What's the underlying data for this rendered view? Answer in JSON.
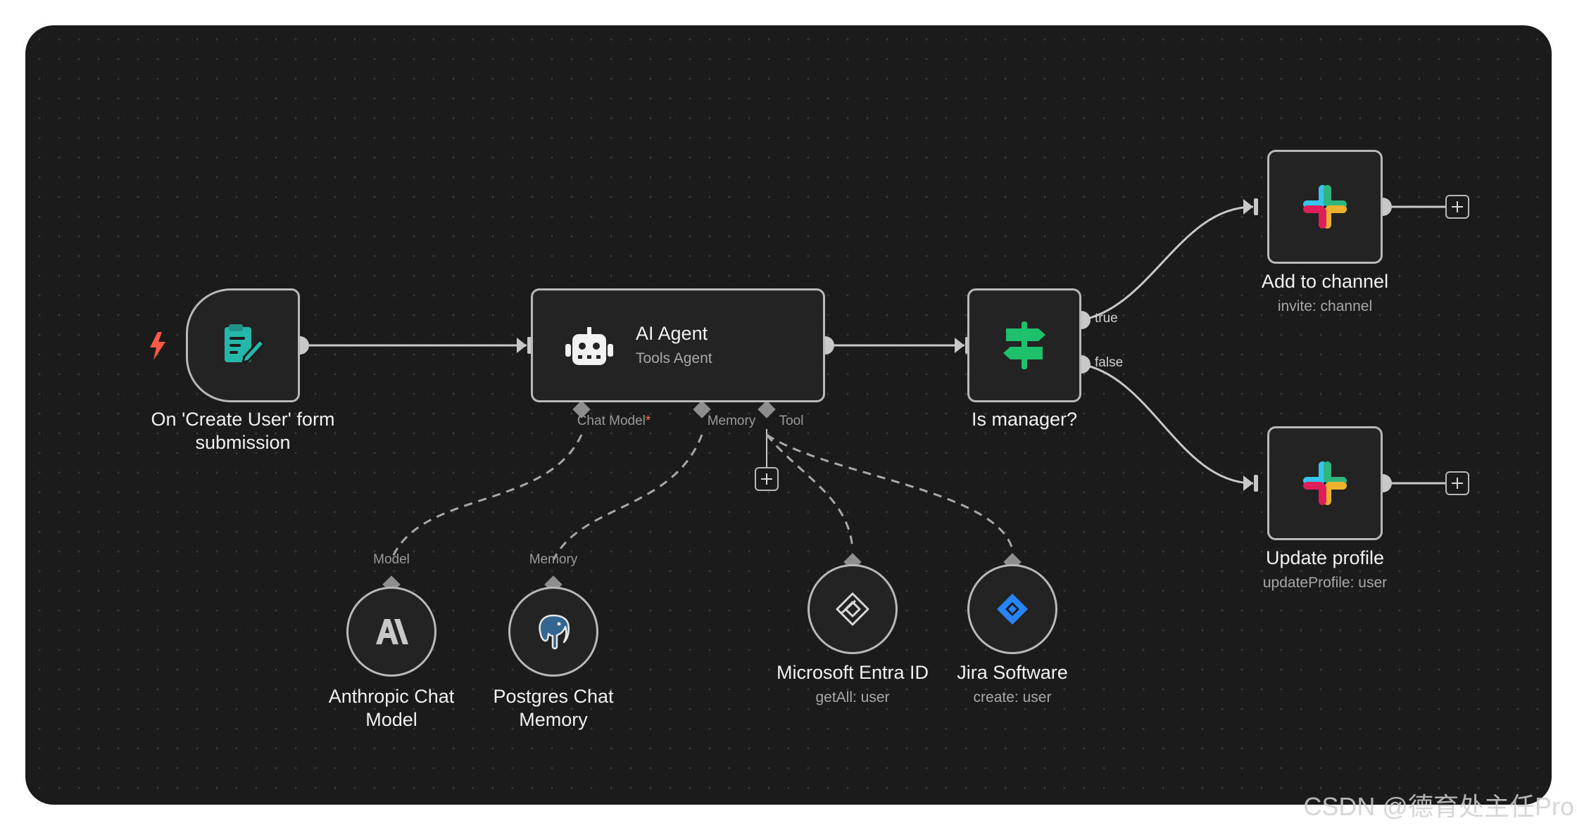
{
  "nodes": {
    "trigger": {
      "title_line1": "On 'Create User' form",
      "title_line2": "submission"
    },
    "agent": {
      "title": "AI Agent",
      "subtitle": "Tools Agent",
      "ports": {
        "chat_model": "Chat Model",
        "chat_model_required": "*",
        "memory": "Memory",
        "tool": "Tool"
      }
    },
    "if_node": {
      "title": "Is manager?",
      "true_label": "true",
      "false_label": "false"
    },
    "slack_add": {
      "title": "Add to channel",
      "subtitle": "invite: channel"
    },
    "slack_update": {
      "title": "Update profile",
      "subtitle": "updateProfile: user"
    },
    "anthropic": {
      "port": "Model",
      "title_line1": "Anthropic Chat",
      "title_line2": "Model"
    },
    "postgres": {
      "port": "Memory",
      "title_line1": "Postgres Chat",
      "title_line2": "Memory"
    },
    "entra": {
      "title": "Microsoft Entra ID",
      "subtitle": "getAll: user"
    },
    "jira": {
      "title": "Jira Software",
      "subtitle": "create: user"
    }
  },
  "icons": {
    "trigger": "form-icon",
    "trigger_badge": "lightning-bolt-icon",
    "agent": "robot-icon",
    "if_node": "signpost-icon",
    "slack": "slack-icon",
    "anthropic": "anthropic-icon",
    "postgres": "postgres-elephant-icon",
    "entra": "microsoft-entra-icon",
    "jira": "jira-icon",
    "add": "plus-icon"
  },
  "colors": {
    "canvas_bg": "#1b1b1b",
    "node_bg": "#232323",
    "node_border": "#b9b9b9",
    "wire": "#c8c8c8",
    "form_icon": "#25b7a9",
    "trigger_bolt": "#ff5a47",
    "if_icon": "#1fc06b",
    "jira": "#2684ff",
    "required_marker": "#ff6b5b"
  },
  "watermark": "CSDN @德育处主任Pro"
}
